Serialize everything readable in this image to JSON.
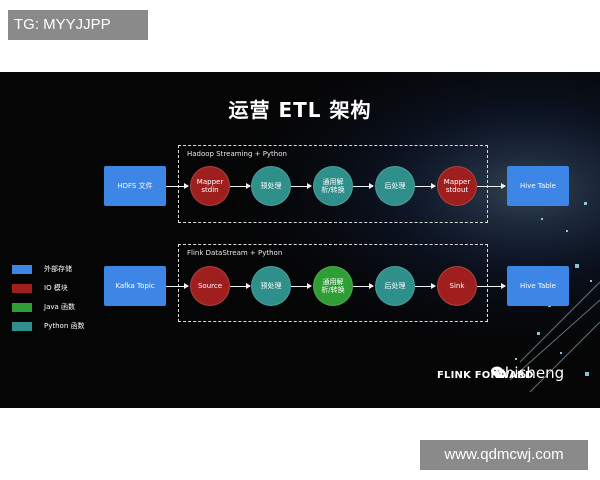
{
  "overlay": {
    "top_watermark": "TG: MYYJJPP",
    "bottom_watermark": "www.qdmcwj.com"
  },
  "slide": {
    "title": "运营 ETL 架构",
    "pipeline_top_label": "Hadoop Streaming + Python",
    "pipeline_bottom_label": "Flink DataStream + Python",
    "top": {
      "source": "HDFS 文件",
      "mapper_stdin": "Mapper\nstdin",
      "preprocess": "预处理",
      "parse": "通用解\n析/转换",
      "postprocess": "后处理",
      "mapper_stdout": "Mapper\nstdout",
      "target": "Hive Table"
    },
    "bottom": {
      "source": "Kafka Topic",
      "source_op": "Source",
      "preprocess": "预处理",
      "parse": "通用解\n析/转换",
      "postprocess": "后处理",
      "sink": "Sink",
      "target": "Hive Table"
    },
    "legend": {
      "external": "外部存储",
      "io": "IO 模块",
      "java": "Java 函数",
      "python": "Python 函数"
    },
    "brand": "FLINK FORWARD",
    "wechat_name": "zhisheng"
  },
  "colors": {
    "external": "#3d86e6",
    "io": "#9f1f1f",
    "java": "#2f9e34",
    "python": "#2f8f8a"
  }
}
